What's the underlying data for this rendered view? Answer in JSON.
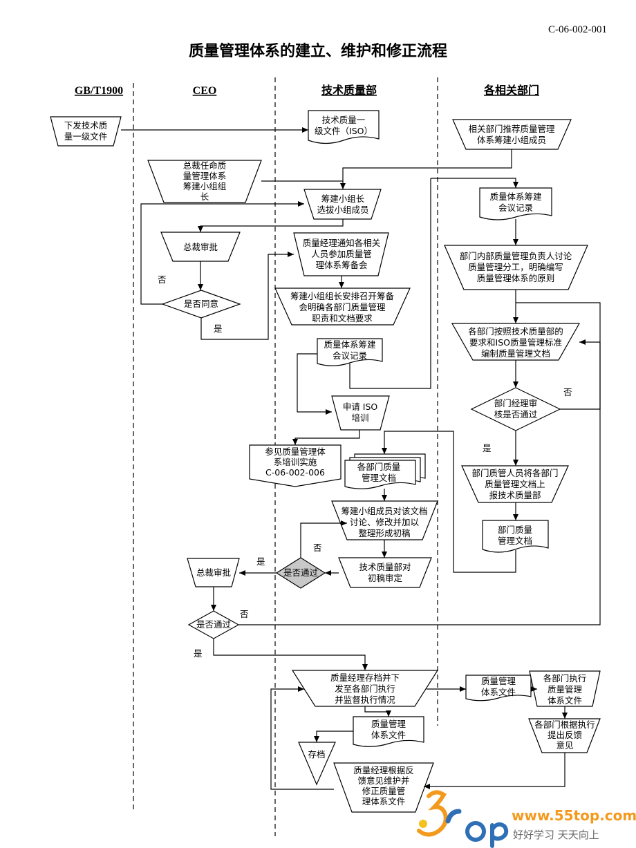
{
  "doc_code": "C-06-002-001",
  "title": "质量管理体系的建立、维护和修正流程",
  "lanes": [
    "GB/T1900",
    "CEO",
    "技术质量部",
    "各相关部门"
  ],
  "nodes": {
    "n1": [
      "下发技术质",
      "量一级文件"
    ],
    "n2": [
      "技术质量一",
      "级文件（ISO）"
    ],
    "n3": [
      "相关部门推荐质量管理",
      "体系筹建小组成员"
    ],
    "n4": [
      "总裁任命质",
      "量管理体系",
      "筹建小组组",
      "长"
    ],
    "n5": [
      "筹建小组长",
      "选拔小组成员"
    ],
    "n6": [
      "质量体系筹建",
      "会议记录"
    ],
    "n7": [
      "总裁审批"
    ],
    "n8": [
      "质量经理通知各相关",
      "人员参加质量管",
      "理体系筹备会"
    ],
    "n9": [
      "部门内部质量管理负责人讨论",
      "质量管理分工，明确编写",
      "质量管理体系的原则"
    ],
    "n10": [
      "是否同意"
    ],
    "n11": [
      "筹建小组组长安排召开筹备",
      "会明确各部门质量管理",
      "职责和文档要求"
    ],
    "n12": [
      "各部门按照技术质量部的",
      "要求和ISO质量管理标准",
      "编制质量管理文档"
    ],
    "n13": [
      "质量体系筹建",
      "会议记录"
    ],
    "n14": [
      "部门经理审",
      "核是否通过"
    ],
    "n15": [
      "申请 ISO",
      "培训"
    ],
    "n16": [
      "参见质量管理体",
      "系培训实施",
      "C-06-002-006"
    ],
    "n17": [
      "各部门质量",
      "管理文档"
    ],
    "n18": [
      "部门质管人员将各部门",
      "质量管理文档上",
      "报技术质量部"
    ],
    "n19": [
      "筹建小组成员对该文档",
      "讨论、修改并加以",
      "整理形成初稿"
    ],
    "n20": [
      "部门质量",
      "管理文档"
    ],
    "n21": [
      "总裁审批"
    ],
    "n22": [
      "是否通过"
    ],
    "n23": [
      "技术质量部对",
      "初稿审定"
    ],
    "n24": [
      "是否通过"
    ],
    "n25": [
      "质量经理存档并下",
      "发至各部门执行",
      "并监督执行情况"
    ],
    "n26": [
      "质量管理",
      "体系文件"
    ],
    "n27": [
      "各部门执行",
      "质量管理",
      "体系文件"
    ],
    "n28": [
      "质量管理",
      "体系文件"
    ],
    "n29": [
      "各部门根据执行",
      "提出反馈",
      "意见"
    ],
    "n30": [
      "存档"
    ],
    "n31": [
      "质量经理根据反",
      "馈意见维护并",
      "修正质量管",
      "理体系文件"
    ]
  },
  "edge_labels": {
    "no1": "否",
    "yes1": "是",
    "no2": "否",
    "yes2": "是",
    "no3": "否",
    "yes3": "是",
    "no4": "否",
    "yes4": "是"
  },
  "watermark": {
    "url": "www.55top.com",
    "slogan": "好好学习  天天向上",
    "logo_text": "5top"
  },
  "colors": {
    "line": "#000000",
    "decision_fill": "#c8c8c8",
    "watermark_orange": "#f39a1e",
    "watermark_blue": "#2f6fb6"
  }
}
